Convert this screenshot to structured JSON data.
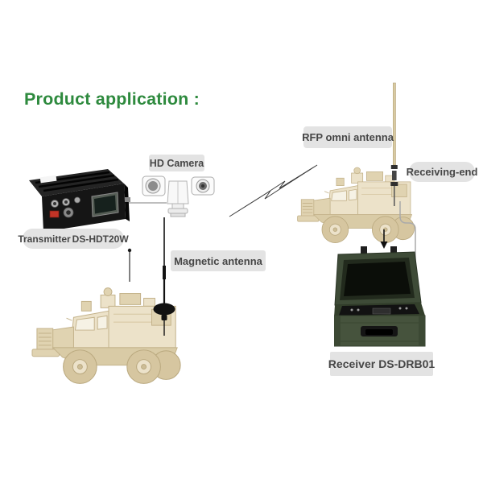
{
  "title": {
    "text": "Product application :"
  },
  "badges": {
    "transmitter": {
      "prefix": "Transmitter",
      "model": "DS-HDT20W"
    },
    "hd_camera": {
      "label": "HD Camera"
    },
    "magnetic_antenna": {
      "label": "Magnetic antenna"
    },
    "rfp_omni_antenna": {
      "label": "RFP omni antenna"
    },
    "receiving_end": {
      "label": "Receiving-end"
    },
    "receiver": {
      "prefix": "Receiver",
      "model": "DS-DRB01"
    }
  },
  "icons": {
    "wireless_link": "lightning-bolt-icon",
    "signal_flow": "down-arrow-icon"
  },
  "colors": {
    "title_green": "#2e8a3e",
    "badge_bg": "#e3e3e3",
    "badge_text": "#464646",
    "vehicle_sand": "#ece2c9",
    "receiver_olive": "#46533d",
    "device_black": "#151515",
    "connector_line_gray": "#a9a9a9"
  }
}
